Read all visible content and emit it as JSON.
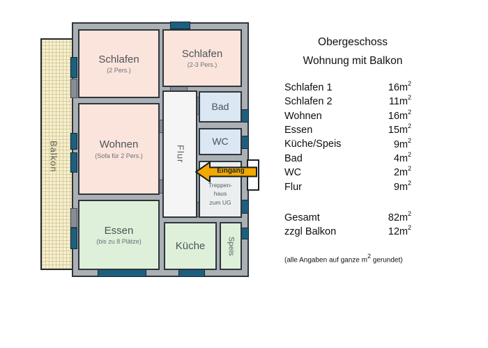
{
  "panel": {
    "title_line1": "Obergeschoss",
    "title_line2": "Wohnung mit Balkon",
    "unit": {
      "base": "m",
      "sup": "2"
    },
    "rows": [
      {
        "label": "Schlafen 1",
        "value": "16"
      },
      {
        "label": "Schlafen 2",
        "value": "11"
      },
      {
        "label": "Wohnen",
        "value": "16"
      },
      {
        "label": "Essen",
        "value": "15"
      },
      {
        "label": "Küche/Speis",
        "value": "9"
      },
      {
        "label": "Bad",
        "value": "4"
      },
      {
        "label": "WC",
        "value": "2"
      },
      {
        "label": "Flur",
        "value": "9"
      }
    ],
    "summary": [
      {
        "label": "Gesamt",
        "value": "82"
      },
      {
        "label": "zzgl Balkon",
        "value": "12"
      }
    ],
    "note": {
      "pre": "(alle Angaben auf ganze m",
      "sup": "2",
      "post": " gerundet)"
    }
  },
  "plan": {
    "balcony_label": "Balkon",
    "entrance_label": "Eingang",
    "rooms": {
      "schlafen1": {
        "label": "Schlafen",
        "sub": "(2 Pers.)"
      },
      "schlafen2": {
        "label": "Schlafen",
        "sub": "(2-3 Pers.)"
      },
      "wohnen": {
        "label": "Wohnen",
        "sub": "(Sofa für 2 Pers.)"
      },
      "essen": {
        "label": "Essen",
        "sub": "(bis zu 8 Plätze)"
      },
      "kueche": {
        "label": "Küche"
      },
      "speis": {
        "label": "Speis"
      },
      "bad": {
        "label": "Bad"
      },
      "wc": {
        "label": "WC"
      },
      "flur": {
        "label": "Flur"
      },
      "treppenhaus": {
        "lines": [
          "Treppen-",
          "haus",
          "zum UG"
        ]
      }
    },
    "colors": {
      "room_pink": "#fbe4dc",
      "room_green": "#def0d9",
      "room_blue": "#dbe7f3",
      "hall_white": "#f4f5f4",
      "stair_gray": "#eceff0",
      "wall_gray": "#abb0b5",
      "window_teal": "#1d5f7d",
      "balcony_yellow": "#f6efcc",
      "arrow_orange": "#f2a900"
    }
  }
}
